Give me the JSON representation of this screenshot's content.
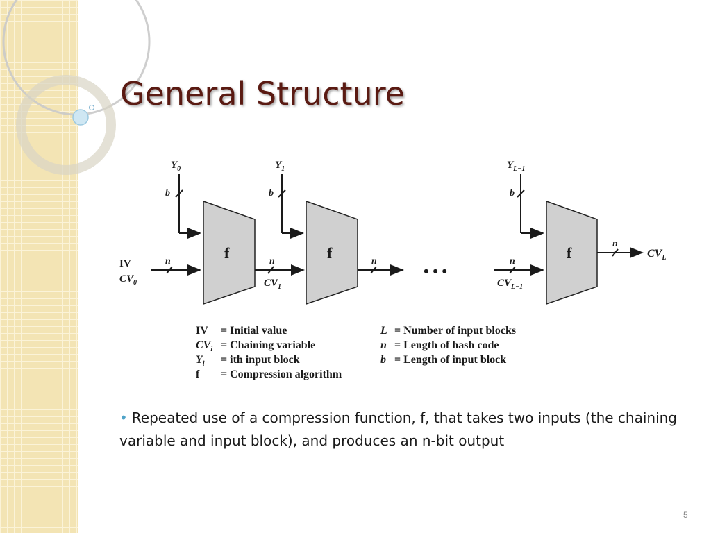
{
  "slide": {
    "title": "General Structure",
    "page_number": "5"
  },
  "diagram": {
    "blocks": [
      {
        "input": "Y",
        "input_sub": "0",
        "block_label": "b",
        "func": "f",
        "chain_in_top": "IV =",
        "chain_in": "CV",
        "chain_in_sub": "0",
        "n_label": "n"
      },
      {
        "input": "Y",
        "input_sub": "1",
        "block_label": "b",
        "func": "f",
        "chain_in": "CV",
        "chain_in_sub": "1",
        "n_label": "n"
      },
      {
        "input": "Y",
        "input_sub": "L−1",
        "block_label": "b",
        "func": "f",
        "chain_in": "CV",
        "chain_in_sub": "L−1",
        "n_label": "n"
      }
    ],
    "between_n_label": "n",
    "ellipsis": "• • •",
    "output": {
      "n_label": "n",
      "label": "CV",
      "label_sub": "L"
    },
    "legend_left": [
      {
        "sym": "IV",
        "sub": "",
        "def": "= Initial value"
      },
      {
        "sym": "CV",
        "sub": "i",
        "def": "= Chaining variable"
      },
      {
        "sym": "Y",
        "sub": "i",
        "def": "= ith input block"
      },
      {
        "sym": "f",
        "sub": "",
        "def": "= Compression algorithm"
      }
    ],
    "legend_right": [
      {
        "sym": "L",
        "def": "= Number of input blocks"
      },
      {
        "sym": "n",
        "def": "= Length of hash code"
      },
      {
        "sym": "b",
        "def": "= Length of input block"
      }
    ]
  },
  "bullet": {
    "text": "Repeated use of a compression function, f, that takes two inputs (the chaining variable and input block), and produces an n-bit output"
  },
  "colors": {
    "title": "#5a1a12",
    "sidebar": "#f3e4b4",
    "bullet_dot": "#4fa3c8",
    "box_fill": "#d0d0d0"
  }
}
